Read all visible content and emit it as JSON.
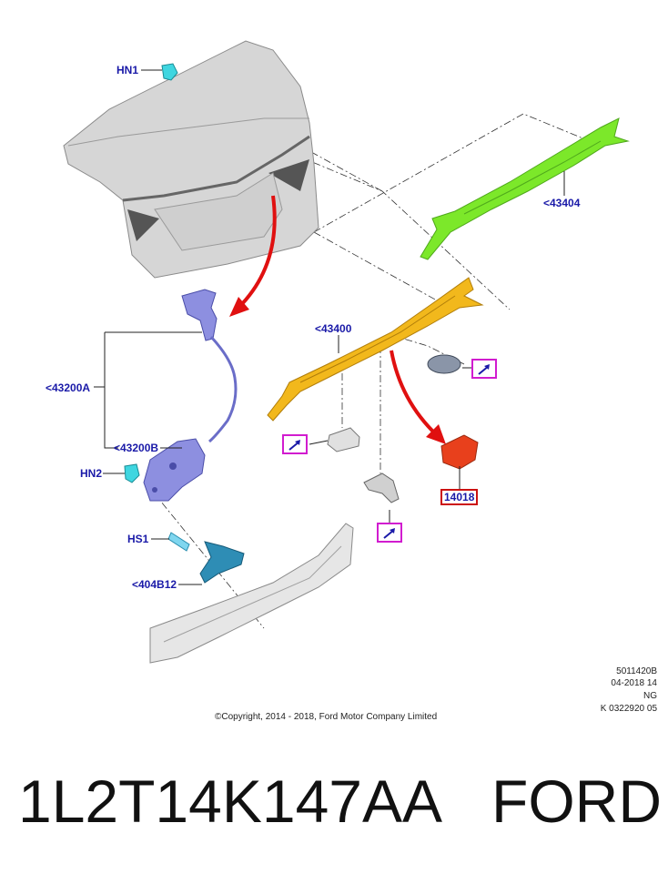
{
  "callouts": {
    "hn1": "HN1",
    "p43404": "<43404",
    "p43400": "<43400",
    "p43200a": "<43200A",
    "p43200b": "<43200B",
    "hn2": "HN2",
    "hs1": "HS1",
    "p404b12": "<404B12",
    "p14018": "14018"
  },
  "meta": {
    "line1": "5011420B",
    "line2": "04-2018 14",
    "line3": "NG",
    "line4": "K 0322920 05"
  },
  "copyright": "©Copyright, 2014 - 2018, Ford Motor Company Limited",
  "part_number": "1L2T14K147AA",
  "brand": "FORD",
  "colors": {
    "callout_text": "#1a1aa8",
    "ref_box_border": "#d11ccf",
    "highlight_border": "#cc1111",
    "arrow_red": "#e01010",
    "trunk_gray": "#d6d6d6",
    "moulding_green": "#7ce82a",
    "moulding_yellow": "#f2b81c",
    "latch_purple": "#8d8fe0",
    "clip_cyan": "#3fd6e0",
    "part_red": "#e8401c"
  }
}
